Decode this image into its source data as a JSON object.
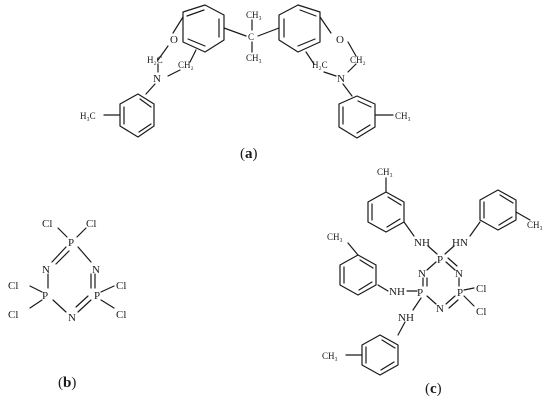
{
  "panels": {
    "a": {
      "caption_open": "(",
      "caption_letter": "a",
      "caption_close": ")",
      "atoms": {
        "o_left": "O",
        "o_right": "O",
        "n_left": "N",
        "n_right": "N",
        "c_center": "C"
      },
      "groups": {
        "h2c_left_top": "H₂C",
        "ch2_left_n": "CH₂",
        "h2c_right_top": "H₂C",
        "ch2_right_n": "CH₂",
        "h3c_left": "H₃C",
        "ch3_right": "CH₃",
        "ch3_top": "CH₃",
        "ch3_bottom": "CH₃"
      }
    },
    "b": {
      "caption_open": "(",
      "caption_letter": "b",
      "caption_close": ")",
      "atoms": {
        "p_top": "P",
        "p_left": "P",
        "p_right": "P",
        "n_ul": "N",
        "n_ur": "N",
        "n_bottom": "N",
        "cl_1": "Cl",
        "cl_2": "Cl",
        "cl_3": "Cl",
        "cl_4": "Cl",
        "cl_5": "Cl",
        "cl_6": "Cl"
      }
    },
    "c": {
      "caption_open": "(",
      "caption_letter": "c",
      "caption_close": ")",
      "atoms": {
        "p_top": "P",
        "p_left": "P",
        "p_right": "P",
        "n_ul": "N",
        "n_ur": "N",
        "n_bottom": "N",
        "nh_1": "NH",
        "nh_2": "HN",
        "nh_3": "NH",
        "nh_4": "NH",
        "cl_1": "Cl",
        "cl_2": "Cl"
      },
      "groups": {
        "ch3_1": "CH₃",
        "ch3_2": "CH₃",
        "ch3_3": "CH₃",
        "ch3_4": "CH₃"
      }
    }
  },
  "colors": {
    "ink": "#1a1a1a",
    "background": "#ffffff"
  }
}
